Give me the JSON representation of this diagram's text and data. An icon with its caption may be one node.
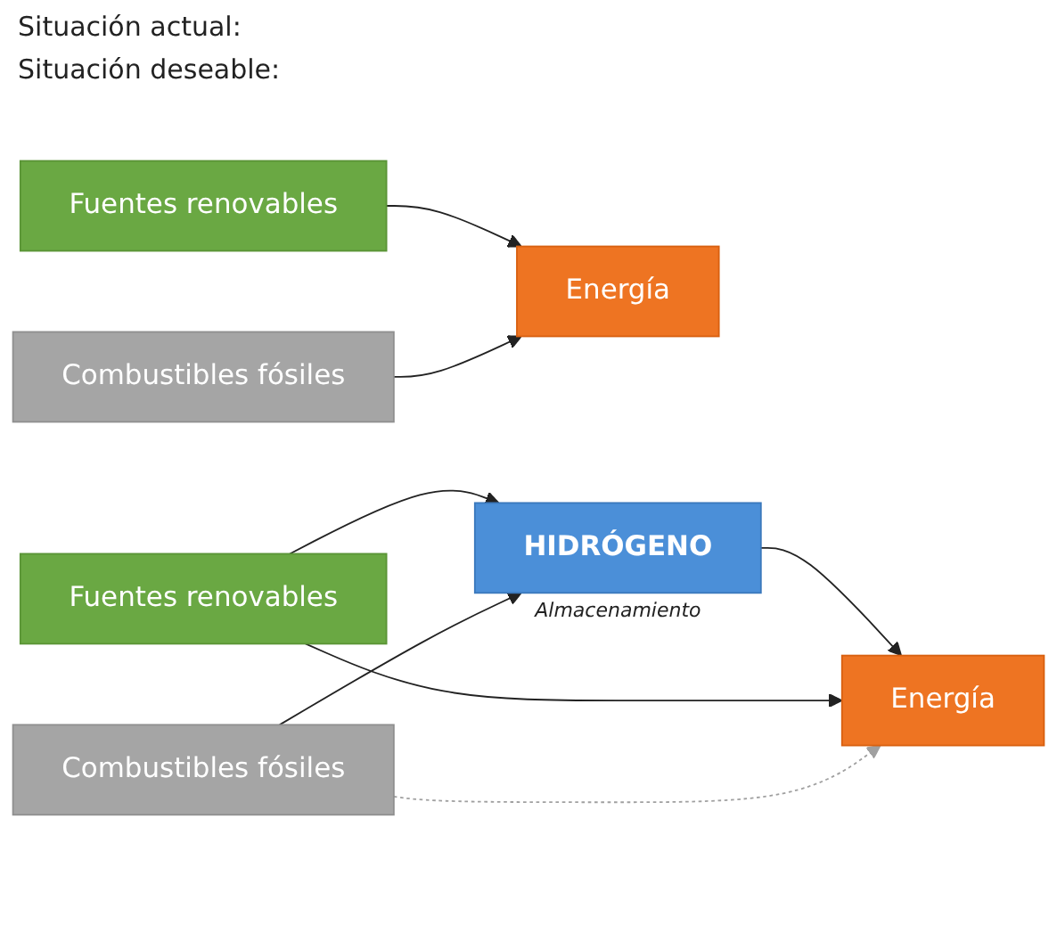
{
  "diagram": {
    "nodes": [
      {
        "text": [
          "Fuentes renovables"
        ]
      },
      {
        "text": [
          "Combustibles fósiles"
        ]
      },
      {
        "text": [
          "Energía"
        ]
      },
      {
        "text": [
          "Fuentes renovables"
        ]
      },
      {
        "text": [
          "Combustibles fósiles"
        ]
      },
      {
        "text": [
          "HIDRÓGENO"
        ],
        "beside": [
          "Almacenamiento"
        ]
      },
      {
        "text": [
          "Energía"
        ]
      }
    ],
    "edges": [
      {
        "from": 0,
        "to": 2,
        "arrow": "to"
      },
      {
        "from": 1,
        "to": 2,
        "arrow": "to"
      },
      {
        "from": 3,
        "to": 5,
        "arrow": "to"
      },
      {
        "from": 4,
        "to": 5,
        "arrow": "to"
      },
      {
        "from": 5,
        "to": 6,
        "arrow": "to"
      },
      {
        "from": 3,
        "to": 6,
        "arrow": "to"
      },
      {
        "from": 4,
        "to": 6,
        "arrow": "to",
        "style": "dashed",
        "color": "#a0a0a0"
      }
    ],
    "labels": [
      "Situación actual:",
      "Situación deseable:"
    ]
  }
}
